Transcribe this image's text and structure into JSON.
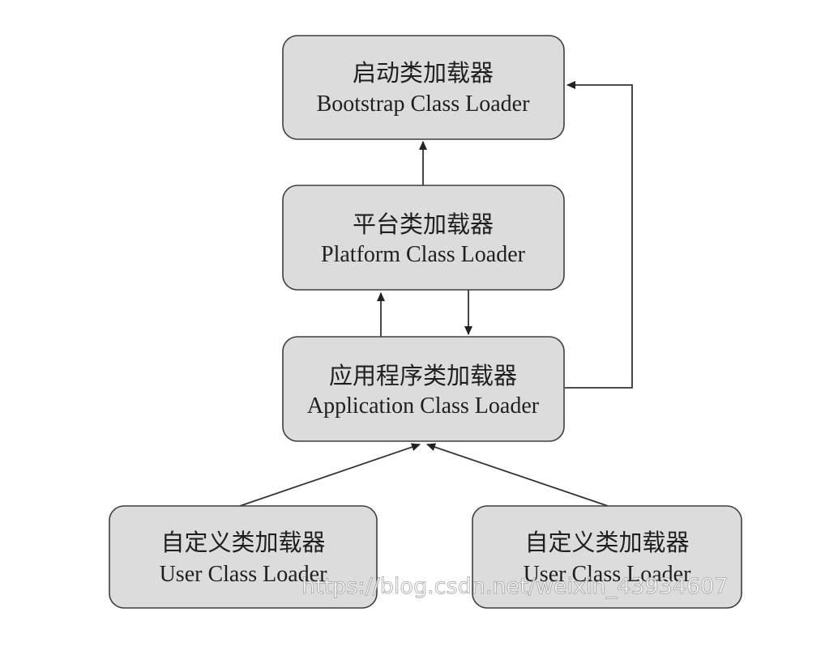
{
  "nodes": {
    "bootstrap": {
      "zh": "启动类加载器",
      "en": "Bootstrap Class Loader"
    },
    "platform": {
      "zh": "平台类加载器",
      "en": "Platform Class Loader"
    },
    "application": {
      "zh": "应用程序类加载器",
      "en": "Application Class Loader"
    },
    "user_left": {
      "zh": "自定义类加载器",
      "en": "User Class Loader"
    },
    "user_right": {
      "zh": "自定义类加载器",
      "en": "User Class Loader"
    }
  },
  "edges": [
    {
      "from": "platform",
      "to": "bootstrap"
    },
    {
      "from": "application",
      "to": "platform"
    },
    {
      "from": "platform",
      "to": "application"
    },
    {
      "from": "application",
      "to": "bootstrap"
    },
    {
      "from": "user_left",
      "to": "application"
    },
    {
      "from": "user_right",
      "to": "application"
    }
  ],
  "watermark": "https://blog.csdn.net/weixin_43934607"
}
